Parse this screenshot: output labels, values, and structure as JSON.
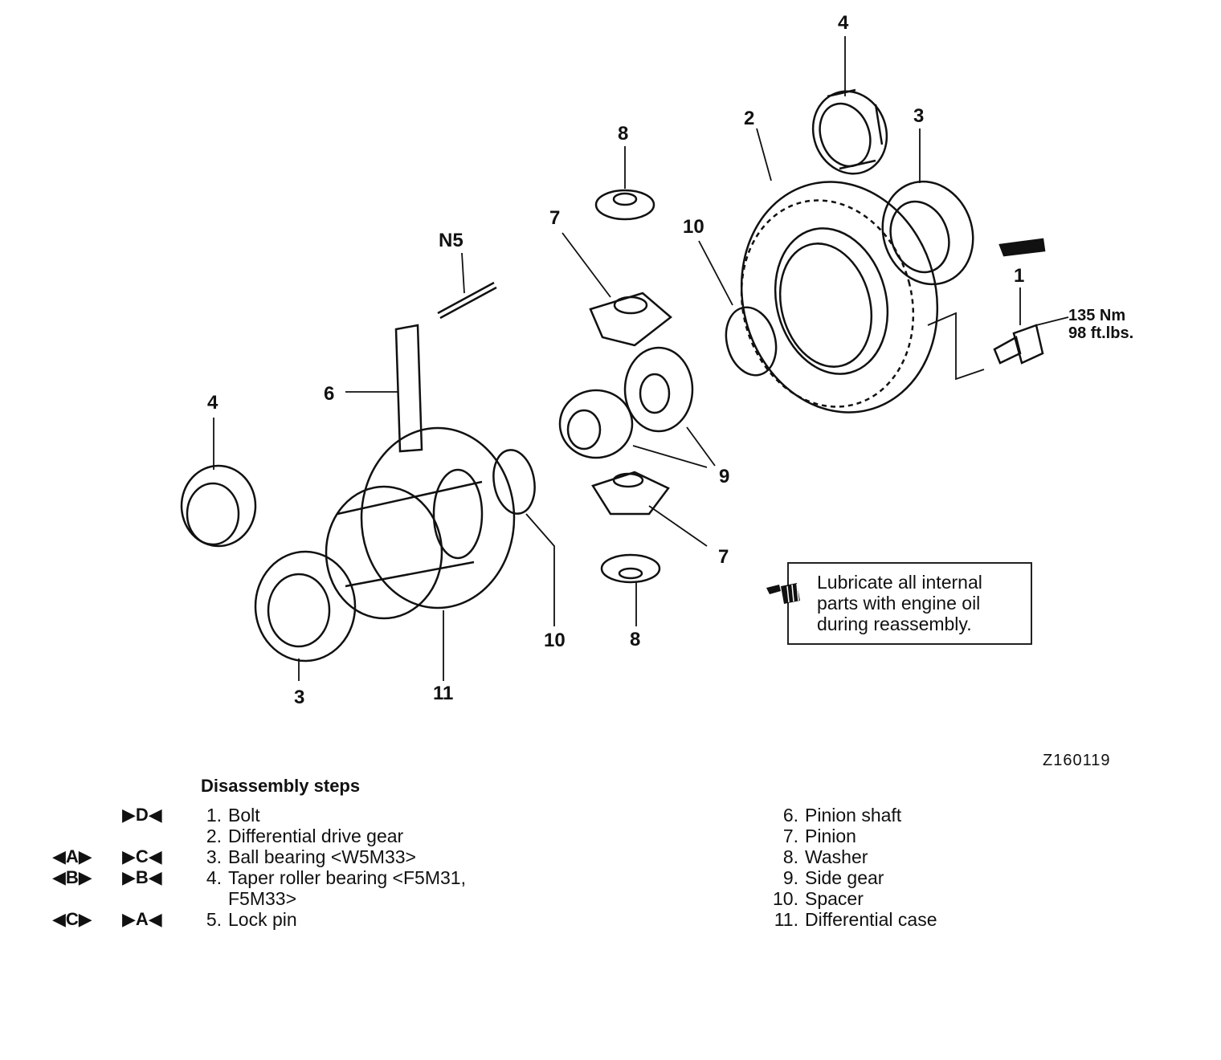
{
  "diagram": {
    "callouts": [
      "4",
      "2",
      "3",
      "8",
      "7",
      "10",
      "N5",
      "1",
      "6",
      "4",
      "9",
      "7",
      "10",
      "8",
      "3",
      "11"
    ],
    "torque": {
      "line1": "135 Nm",
      "line2": "98 ft.lbs."
    },
    "note": "Lubricate all internal parts with engine oil during reassembly.",
    "figure_id": "Z160119"
  },
  "steps": {
    "title": "Disassembly steps",
    "left": [
      {
        "num": "1.",
        "label": "Bolt",
        "m1": "",
        "m2": "▶D◀"
      },
      {
        "num": "2.",
        "label": "Differential drive gear",
        "m1": "",
        "m2": ""
      },
      {
        "num": "3.",
        "label": "Ball bearing <W5M33>",
        "m1": "◀A▶",
        "m2": "▶C◀"
      },
      {
        "num": "4.",
        "label": "Taper roller bearing <F5M31,",
        "m1": "◀B▶",
        "m2": "▶B◀"
      },
      {
        "num": "",
        "label": "F5M33>",
        "m1": "",
        "m2": ""
      },
      {
        "num": "5.",
        "label": "Lock pin",
        "m1": "◀C▶",
        "m2": "▶A◀"
      }
    ],
    "right": [
      {
        "num": "6.",
        "label": "Pinion shaft"
      },
      {
        "num": "7.",
        "label": "Pinion"
      },
      {
        "num": "8.",
        "label": "Washer"
      },
      {
        "num": "9.",
        "label": "Side gear"
      },
      {
        "num": "10.",
        "label": "Spacer"
      },
      {
        "num": "11.",
        "label": "Differential case"
      }
    ]
  }
}
